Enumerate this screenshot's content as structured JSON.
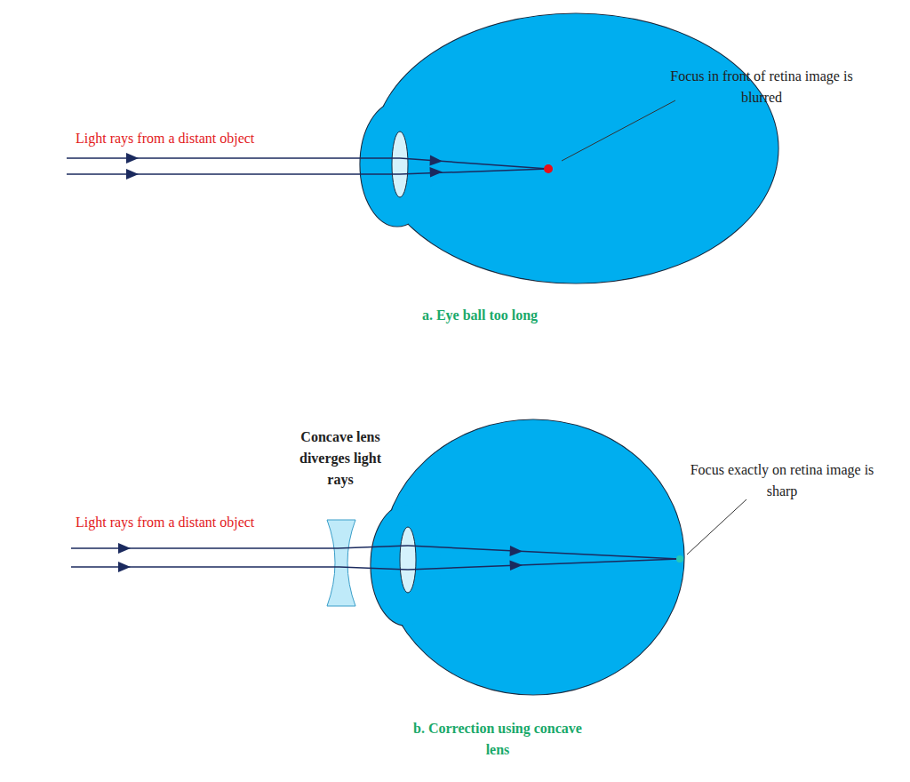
{
  "diagram": {
    "labels": [
      "Light rays from a distant object",
      "Focus in front of retina image is blurred",
      "a. Eye ball too long",
      "Concave lens diverges light rays",
      "Focus exactly on retina image is sharp",
      "Light rays from a distant object",
      "b. Correction using concave lens"
    ]
  }
}
